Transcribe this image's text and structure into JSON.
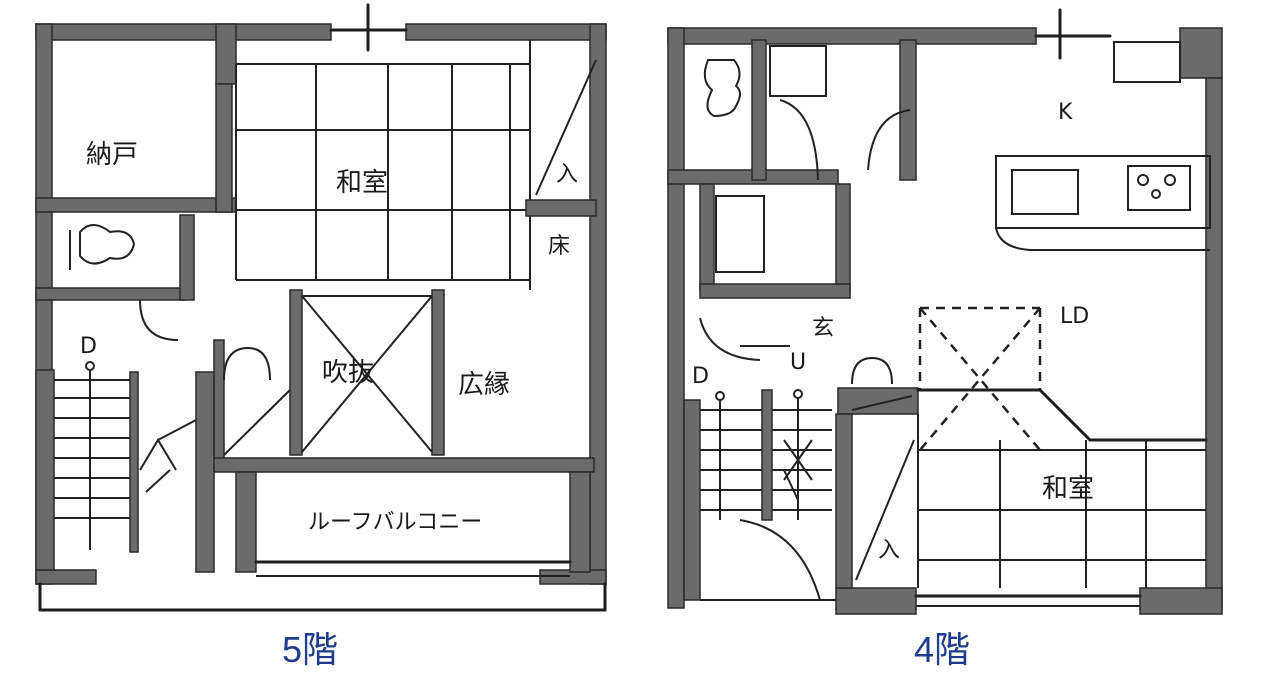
{
  "floors": [
    {
      "caption": "5階",
      "rooms": {
        "storage": "納戸",
        "washitsu": "和室",
        "oshiire": "入",
        "tokonoma": "床",
        "fukinuki": "吹抜",
        "hiroen": "広縁",
        "roof_balcony": "ルーフバルコニー",
        "stair_down": "D"
      }
    },
    {
      "caption": "4階",
      "rooms": {
        "kitchen": "K",
        "living_dining": "LD",
        "entrance": "玄",
        "washitsu": "和室",
        "oshiire": "入",
        "stair_down": "D",
        "stair_up": "U"
      }
    }
  ],
  "colors": {
    "wall": "#6b6b6b",
    "line": "#1e1e1e",
    "caption": "#1f3d8a",
    "background": "#ffffff"
  }
}
